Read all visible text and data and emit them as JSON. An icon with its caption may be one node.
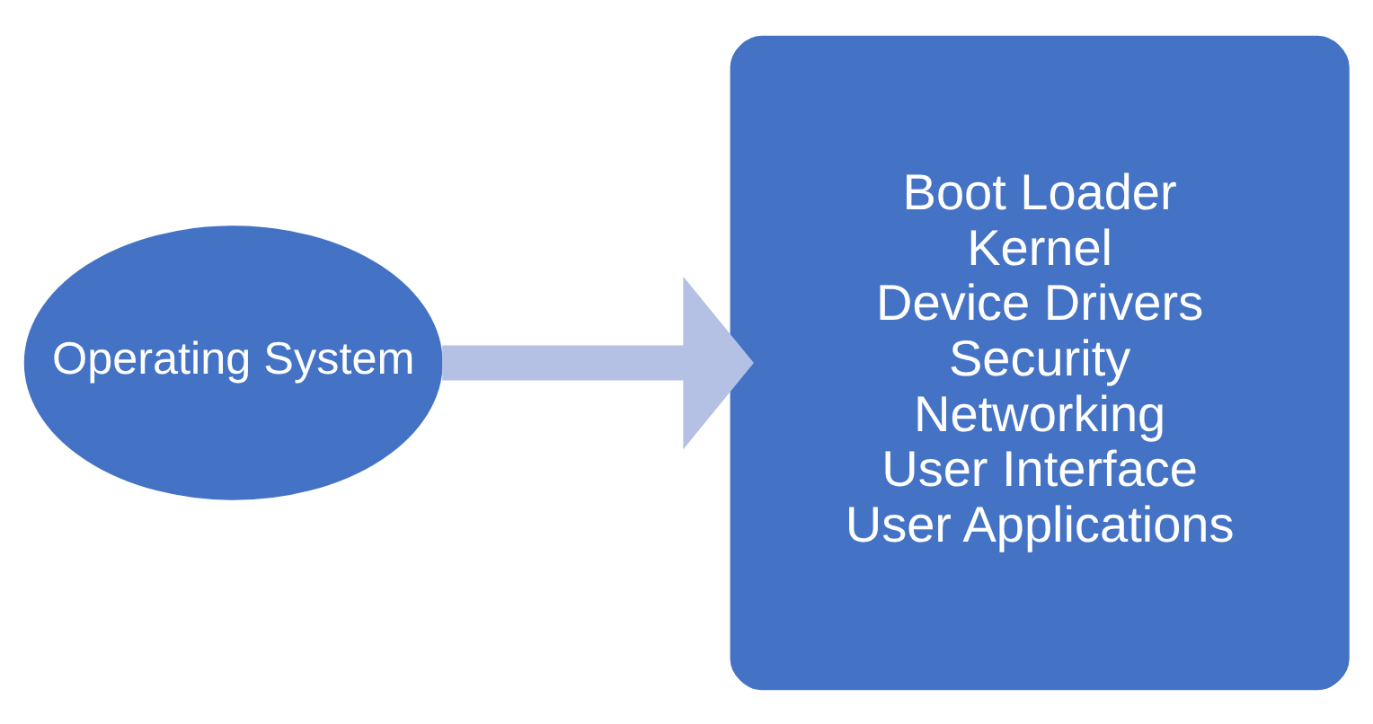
{
  "diagram": {
    "nodes": [
      {
        "text": [
          "Operating System"
        ]
      },
      {
        "text": [
          "Boot Loader",
          "Kernel",
          "Device Drivers",
          "Security",
          "Networking",
          "User Interface",
          "User Applications"
        ]
      }
    ],
    "edges": [
      {
        "from": 0,
        "to": 1,
        "arrow": "to"
      }
    ]
  }
}
